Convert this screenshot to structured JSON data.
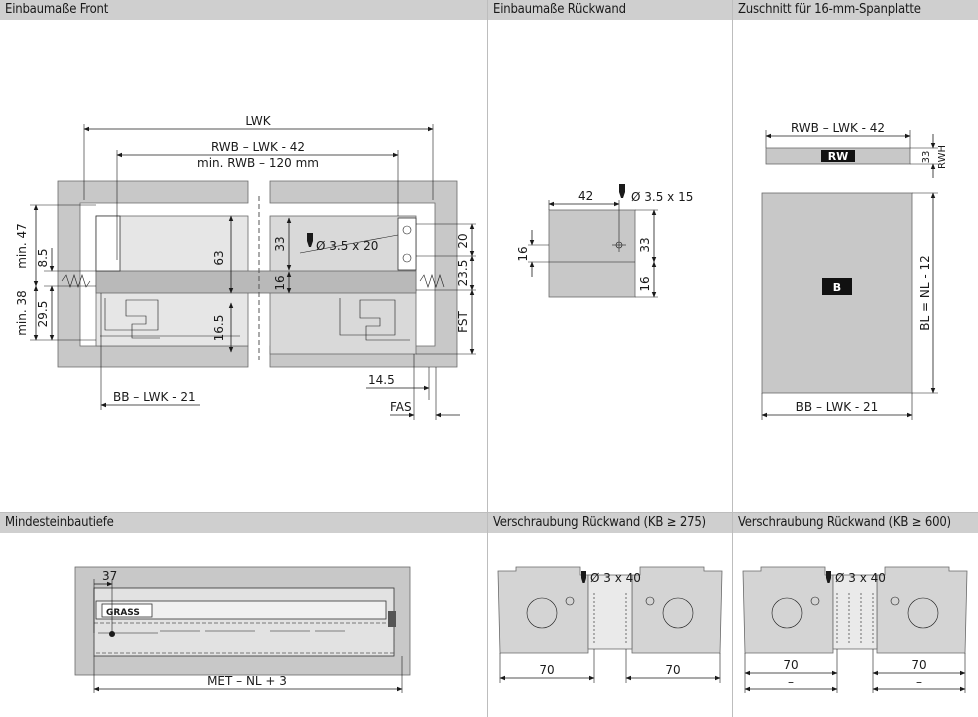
{
  "panels": {
    "front": {
      "title": "Einbaumaße Front"
    },
    "rear": {
      "title": "Einbaumaße Rückwand"
    },
    "cut": {
      "title": "Zuschnitt für 16-mm-Spanplatte"
    },
    "depth": {
      "title": "Mindesteinbautiefe"
    },
    "screw275": {
      "title": "Verschraubung Rückwand (KB ≥ 275)"
    },
    "screw600": {
      "title": "Verschraubung Rückwand (KB ≥ 600)"
    }
  },
  "front": {
    "lwk": "LWK",
    "rwb": "RWB – LWK - 42",
    "min_rwb": "min. RWB – 120 mm",
    "min47": "min. 47",
    "d85": "8.5",
    "min38": "min. 38",
    "d295": "29.5",
    "d63": "63",
    "d165": "16.5",
    "d33": "33",
    "d16": "16",
    "screw": "Ø 3.5 x 20",
    "d20": "20",
    "d235": "23.5",
    "fst": "FST",
    "d145": "14.5",
    "fas": "FAS",
    "bb": "BB – LWK - 21"
  },
  "rear": {
    "d42": "42",
    "screw": "Ø 3.5 x 15",
    "d16a": "16",
    "d33": "33",
    "d16b": "16"
  },
  "cut": {
    "rwb": "RWB – LWK - 42",
    "rw": "RW",
    "d33": "33",
    "rwh": "RWH",
    "b": "B",
    "bl": "BL = NL - 12",
    "bb": "BB – LWK - 21"
  },
  "depth": {
    "d37": "37",
    "brand": "GRASS",
    "met": "MET – NL + 3"
  },
  "screw275": {
    "screw": "Ø 3 x 40",
    "d70a": "70",
    "d70b": "70"
  },
  "screw600": {
    "screw": "Ø 3 x 40",
    "d70a": "70",
    "d70b": "70",
    "dash_a": "–",
    "dash_b": "–"
  }
}
